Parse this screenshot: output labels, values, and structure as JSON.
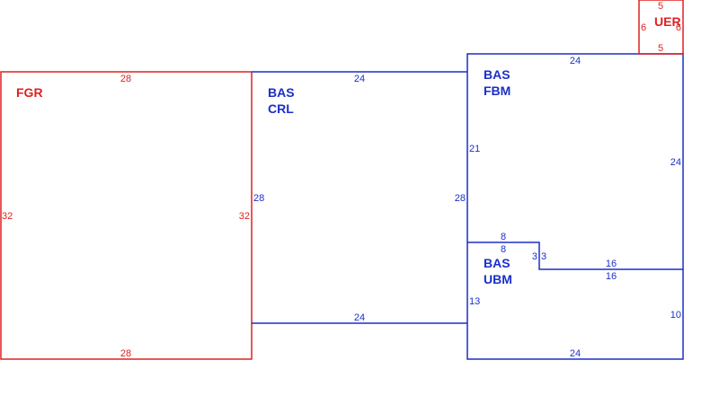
{
  "colors": {
    "red": "#e02020",
    "blue": "#1a2fc9"
  },
  "areas": {
    "fgr": {
      "label": "FGR",
      "dims": {
        "top": "28",
        "bottom": "28",
        "left": "32",
        "right": "32"
      }
    },
    "crl": {
      "label_line1": "BAS",
      "label_line2": "CRL",
      "dims": {
        "top": "24",
        "bottom": "24",
        "left": "28",
        "right": "28"
      }
    },
    "fbm": {
      "label_line1": "BAS",
      "label_line2": "FBM",
      "dims": {
        "top": "24",
        "left": "21",
        "right": "24",
        "bottom_left": "8",
        "step": "3",
        "bottom_right": "16"
      }
    },
    "ubm": {
      "label_line1": "BAS",
      "label_line2": "UBM",
      "dims": {
        "top_left": "8",
        "step": "3",
        "top_right": "16",
        "left": "13",
        "right": "10",
        "bottom": "24"
      }
    },
    "uer": {
      "label": "UER",
      "dims": {
        "top": "5",
        "bottom": "5",
        "left": "6",
        "right": "6"
      }
    }
  }
}
